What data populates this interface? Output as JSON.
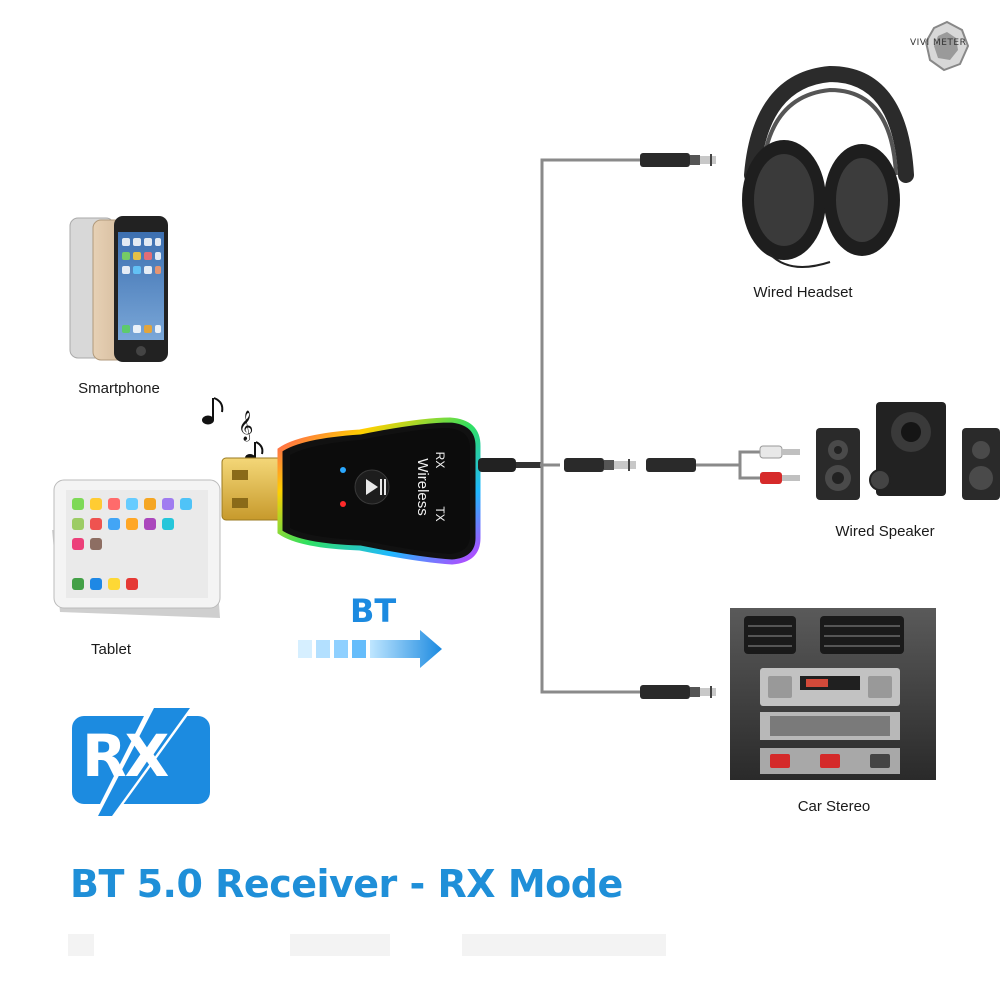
{
  "brand": {
    "watermark": "VIVI METER"
  },
  "devices_left": {
    "smartphone": "Smartphone",
    "tablet": "Tablet"
  },
  "adapter": {
    "wireless_label": "Wireless",
    "rx_label": "RX",
    "tx_label": "TX"
  },
  "bt_arrow": {
    "label": "BT"
  },
  "outputs": {
    "headset": "Wired Headset",
    "speaker": "Wired Speaker",
    "car_stereo": "Car Stereo"
  },
  "mode_badge": {
    "text": "RX"
  },
  "title": "BT 5.0 Receiver - RX Mode",
  "colors": {
    "accent_blue": "#1f8fd8",
    "badge_blue": "#1c8be0",
    "cable_gray": "#8a8a8a"
  }
}
